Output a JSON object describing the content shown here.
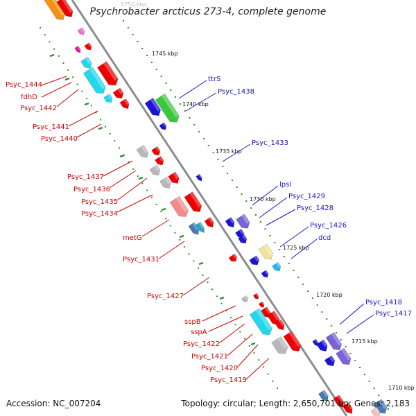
{
  "title": "Psychrobacter arcticus 273-4, complete genome",
  "footer": {
    "accession": "Accession: NC_007204",
    "summary": "Topology: circular; Length: 2,650,701 bp; Genes: 2,183"
  },
  "colors": {
    "backbone": "#8c8c8c",
    "tick_dot": "#2e8b2e",
    "left_label": "#d00000",
    "right_label": "#1515c8"
  },
  "ticks": [
    {
      "label": "1750 kbp",
      "faded": true
    },
    {
      "label": "1745 kbp"
    },
    {
      "label": "1740 kbp"
    },
    {
      "label": "1735 kbp"
    },
    {
      "label": "1730 kbp"
    },
    {
      "label": "1725 kbp"
    },
    {
      "label": "1720 kbp"
    },
    {
      "label": "1715 kbp"
    },
    {
      "label": "1710 kbp"
    }
  ],
  "left_genes": [
    {
      "label": "Psyc_1444"
    },
    {
      "label": "fdhD"
    },
    {
      "label": "Psyc_1442"
    },
    {
      "label": "Psyc_1441"
    },
    {
      "label": "Psyc_1440"
    },
    {
      "label": "Psyc_1437"
    },
    {
      "label": "Psyc_1436"
    },
    {
      "label": "Psyc_1435"
    },
    {
      "label": "Psyc_1434"
    },
    {
      "label": "metG"
    },
    {
      "label": "Psyc_1431"
    },
    {
      "label": "Psyc_1427"
    },
    {
      "label": "sspB"
    },
    {
      "label": "sspA"
    },
    {
      "label": "Psyc_1422"
    },
    {
      "label": "Psyc_1421"
    },
    {
      "label": "Psyc_1420"
    },
    {
      "label": "Psyc_1419"
    }
  ],
  "right_genes": [
    {
      "label": "ttrS"
    },
    {
      "label": "Psyc_1438"
    },
    {
      "label": "Psyc_1433"
    },
    {
      "label": "lpsI"
    },
    {
      "label": "Psyc_1429"
    },
    {
      "label": "Psyc_1428"
    },
    {
      "label": "Psyc_1426"
    },
    {
      "label": "dcd"
    },
    {
      "label": "Psyc_1418"
    },
    {
      "label": "Psyc_1417"
    }
  ]
}
